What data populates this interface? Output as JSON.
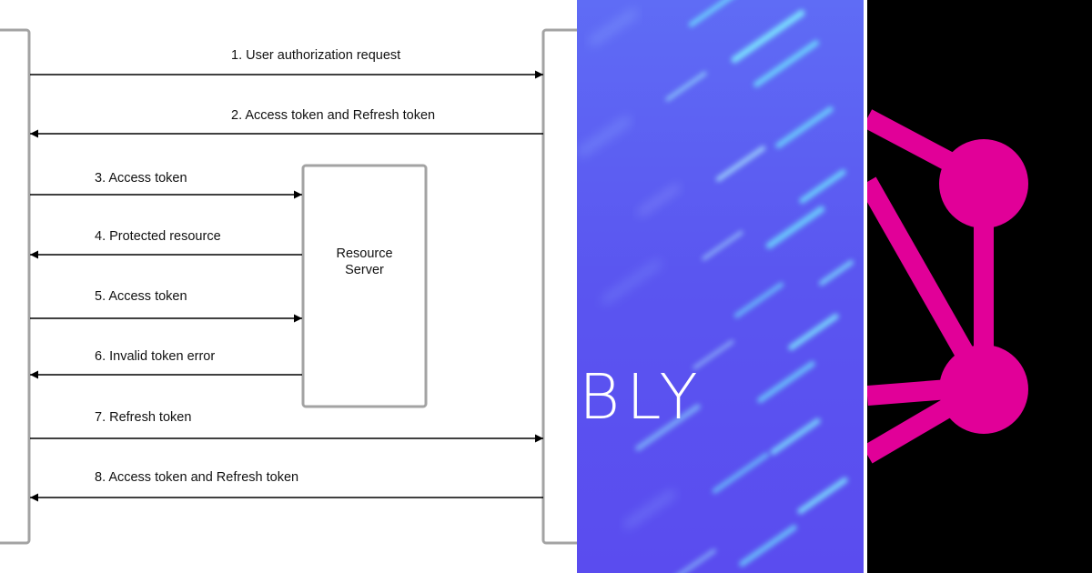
{
  "diagram": {
    "steps": [
      "1. User authorization request",
      "2. Access token and Refresh token",
      "3. Access token",
      "4. Protected resource",
      "5. Access token",
      "6. Invalid token error",
      "7. Refresh token",
      "8. Access token and Refresh token"
    ],
    "resource_server": {
      "line1": "Resource",
      "line2": "Server"
    }
  },
  "middle_panel": {
    "text_fragment": "BLY",
    "background_color": "#5b4ff0"
  },
  "right_panel": {
    "accent_color": "#e10098",
    "background_color": "#000000",
    "icon": "graph-nodes-icon"
  }
}
